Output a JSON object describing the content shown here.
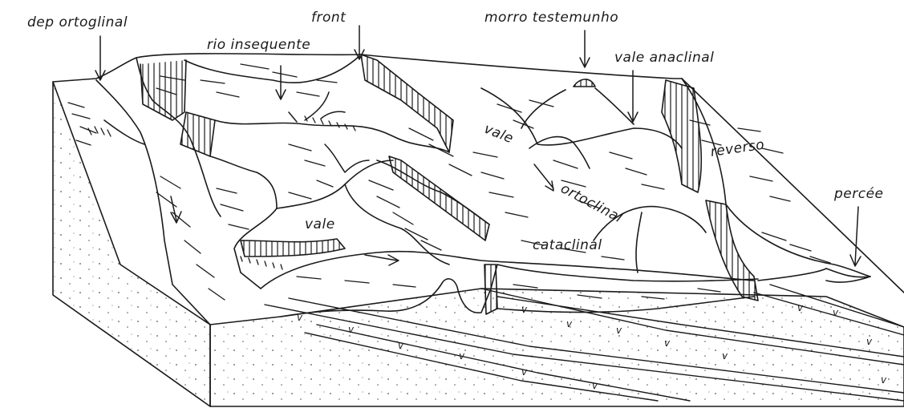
{
  "labels": {
    "dep_ortoglinal": "dep ortoglinal",
    "front": "front",
    "rio_insequente": "rio insequente",
    "morro_testemunho": "morro testemunho",
    "vale_anaclinal": "vale anaclinal",
    "reverso": "reverso",
    "percee": "percée",
    "vale_ortoclinal_1": "vale",
    "vale_ortoclinal_2": "ortoclinal",
    "vale_cataclinal_1": "vale",
    "vale_cataclinal_2": "cataclinal",
    "strata_mark": "v"
  },
  "colors": {
    "ink": "#1a1a1a",
    "paper": "#ffffff"
  }
}
